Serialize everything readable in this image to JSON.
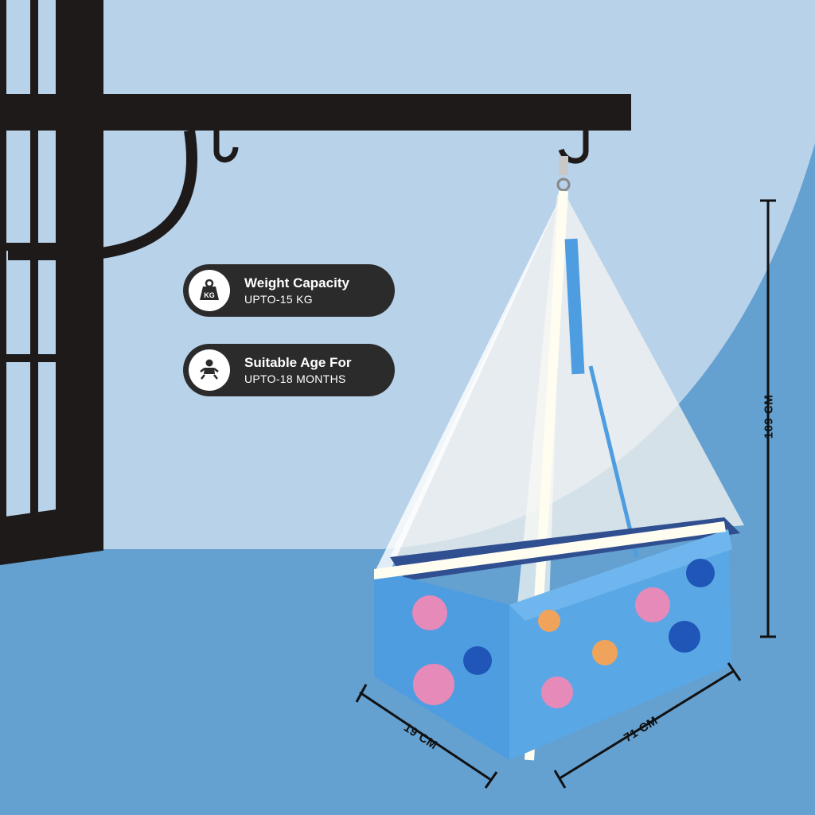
{
  "colors": {
    "background": "#64a0d0",
    "arc": "#b8d2ea",
    "badge": "#2b2b2b",
    "fabric": "#4d9de0",
    "net": "#f4f4f0",
    "iron": "#1e1a1a"
  },
  "features": [
    {
      "icon": "weight-icon",
      "title": "Weight Capacity",
      "subtitle": "UPTO-15 KG"
    },
    {
      "icon": "baby-icon",
      "title": "Suitable Age For",
      "subtitle": "UPTO-18 MONTHS"
    }
  ],
  "dimensions": {
    "height": "109 CM",
    "width": "19 CM",
    "length": "71 CM"
  }
}
